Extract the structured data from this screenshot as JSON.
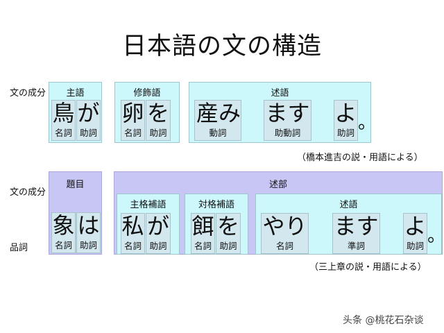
{
  "title": "日本語の文の構造",
  "diagram1": {
    "row_label": "文の成分",
    "groups": [
      {
        "label": "主語",
        "cells": [
          {
            "text": "鳥",
            "pos": "名詞"
          },
          {
            "text": "が",
            "pos": "助詞"
          }
        ]
      },
      {
        "label": "修飾語",
        "cells": [
          {
            "text": "卵",
            "pos": "名詞"
          },
          {
            "text": "を",
            "pos": "助詞"
          }
        ]
      },
      {
        "label": "述語",
        "cells": [
          {
            "text": "産み",
            "pos": "動詞"
          },
          {
            "text": "ます",
            "pos": "助動詞"
          },
          {
            "text": "よ",
            "pos": "助詞"
          }
        ]
      }
    ],
    "period": "。",
    "source_note": "（橋本進吉の説・用語による）"
  },
  "diagram2": {
    "row_label_components": "文の成分",
    "row_label_pos": "品詞",
    "topic": {
      "label": "題目",
      "cells": [
        {
          "text": "象",
          "pos": "名詞"
        },
        {
          "text": "は",
          "pos": "助詞"
        }
      ]
    },
    "predicate_part": {
      "label": "述部",
      "groups": [
        {
          "label": "主格補語",
          "cells": [
            {
              "text": "私",
              "pos": "名詞"
            },
            {
              "text": "が",
              "pos": "助詞"
            }
          ]
        },
        {
          "label": "対格補語",
          "cells": [
            {
              "text": "餌",
              "pos": "名詞"
            },
            {
              "text": "を",
              "pos": "助詞"
            }
          ]
        },
        {
          "label": "述語",
          "cells": [
            {
              "text": "やり",
              "pos": "名詞"
            },
            {
              "text": "ます",
              "pos": "準詞"
            },
            {
              "text": "よ",
              "pos": "助詞"
            }
          ]
        }
      ]
    },
    "period": "。",
    "source_note": "（三上章の説・用語による）"
  },
  "watermark": "头条 @桃花石杂谈",
  "colors": {
    "component_box": "#ccf7fb",
    "part_box": "#c8c6f4",
    "word_cell": "#d3e7ee"
  }
}
